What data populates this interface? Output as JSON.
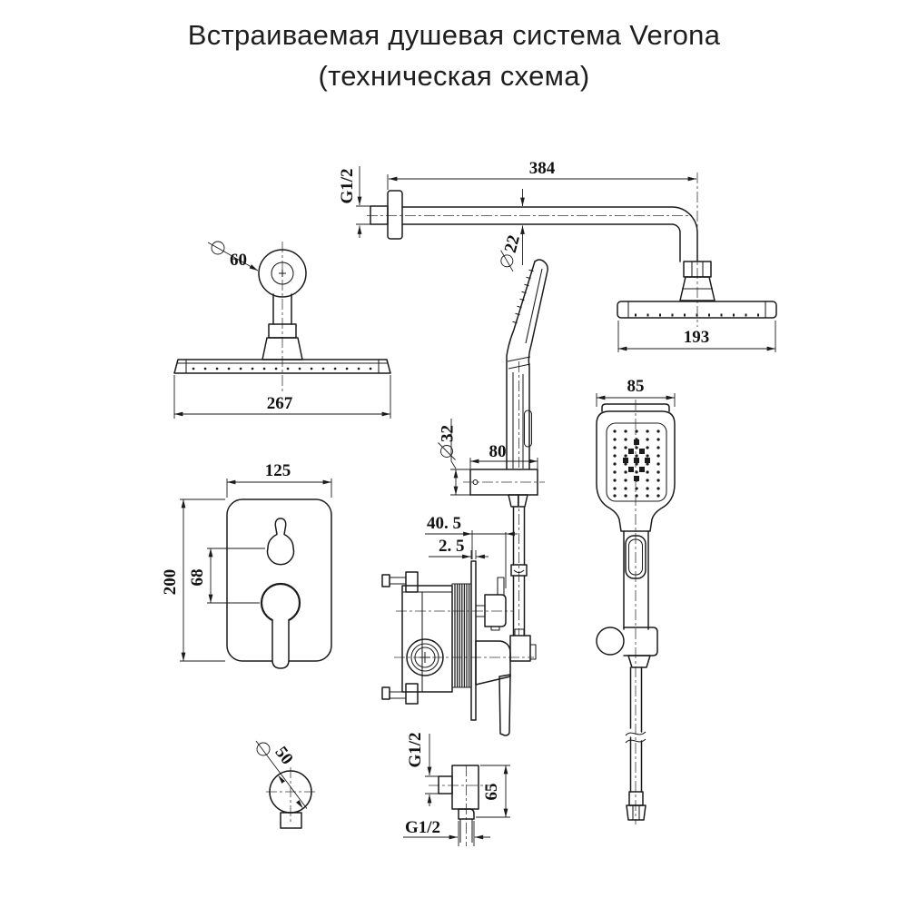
{
  "title": {
    "line1": "Встраиваемая душевая система Verona",
    "line2": "(техническая схема)"
  },
  "labels": {
    "arm_thread": "G1/2",
    "arm_length": "384",
    "arm_tube_diameter": "22",
    "flange_diameter": "60",
    "overhead_front_width": "267",
    "overhead_side_width": "193",
    "handshower_width": "85",
    "holder_diameter": "32",
    "holder_width": "80",
    "plate_width": "125",
    "plate_height": "200",
    "handle_spacing": "68",
    "valve_depth": "40. 5",
    "plate_thickness": "2. 5",
    "outlet_flange_diameter": "50",
    "outlet_thread_inlet": "G1/2",
    "outlet_height": "65",
    "outlet_thread_bottom": "G1/2"
  },
  "colors": {
    "background": "#ffffff",
    "line": "#1b1b1b"
  }
}
